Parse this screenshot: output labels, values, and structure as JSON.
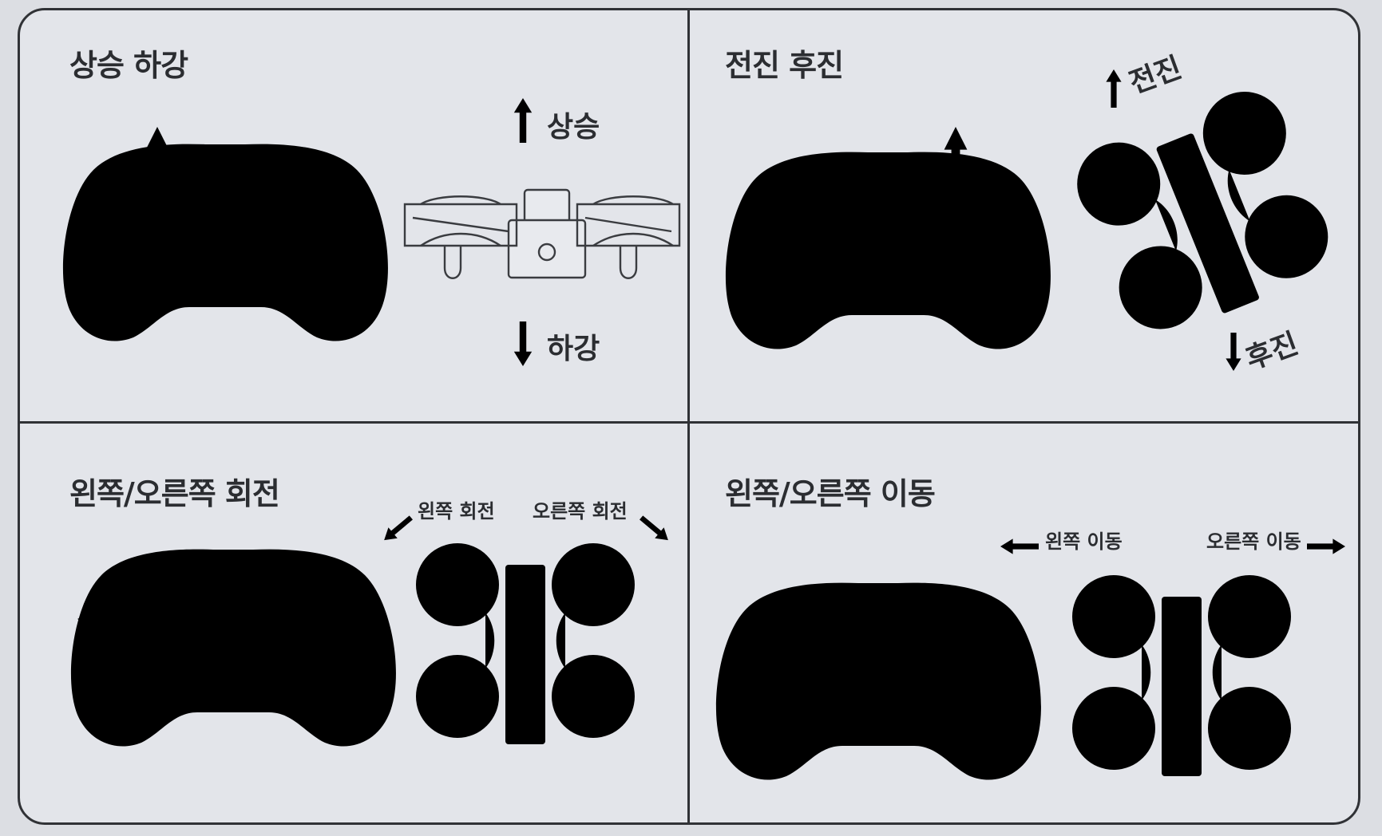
{
  "panels": {
    "altitude": {
      "title": "상승 하강",
      "up_label": "상승",
      "down_label": "하강"
    },
    "pitch": {
      "title": "전진 후진",
      "forward_label": "전진",
      "backward_label": "후진"
    },
    "yaw": {
      "title": "왼쪽/오른쪽 회전",
      "left_label": "왼쪽 회전",
      "right_label": "오른쪽 회전"
    },
    "roll": {
      "title": "왼쪽/오른쪽 이동",
      "left_label": "왼쪽 이동",
      "right_label": "오른쪽 이동"
    }
  }
}
